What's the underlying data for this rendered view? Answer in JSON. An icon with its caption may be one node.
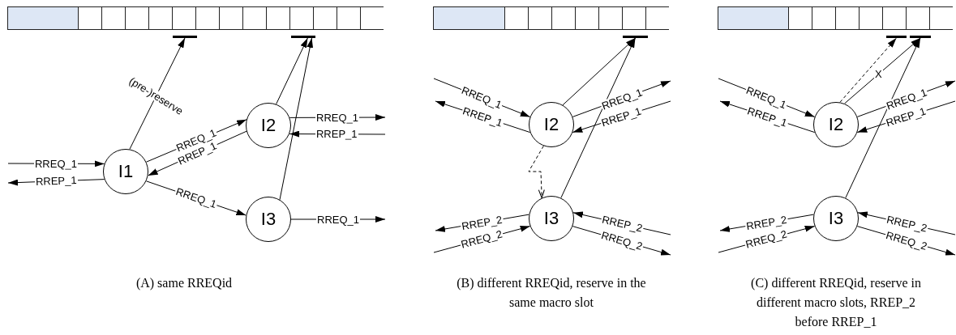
{
  "diagram": {
    "nodes": [
      {
        "text": [],
        "shape": "box"
      },
      {
        "text": [],
        "shape": "bar"
      },
      {
        "text": [],
        "shape": "bar"
      },
      {
        "text": [
          "I1"
        ]
      },
      {
        "text": [
          "I2"
        ]
      },
      {
        "text": [
          "I3"
        ]
      },
      {
        "text": [],
        "shape": "box"
      },
      {
        "text": [],
        "shape": "bar"
      },
      {
        "text": [
          "I2"
        ]
      },
      {
        "text": [
          "I3"
        ]
      },
      {
        "text": [],
        "shape": "box"
      },
      {
        "text": [],
        "shape": "bar"
      },
      {
        "text": [],
        "shape": "bar"
      },
      {
        "text": [
          "I2"
        ]
      },
      {
        "text": [
          "I3"
        ]
      }
    ],
    "edges": [
      {
        "from": null,
        "to": 3,
        "arrow": "to",
        "label": "RREQ_1"
      },
      {
        "from": 3,
        "to": null,
        "arrow": "to",
        "label": "RREP_1"
      },
      {
        "from": 3,
        "to": 1,
        "arrow": "to",
        "label": "(pre-)reserve"
      },
      {
        "from": 3,
        "to": 4,
        "arrow": "to",
        "label": "RREQ_1"
      },
      {
        "from": 4,
        "to": 3,
        "arrow": "to",
        "label": "RREP_1"
      },
      {
        "from": 3,
        "to": 5,
        "arrow": "to",
        "label": "RREQ_1"
      },
      {
        "from": 4,
        "to": 2,
        "arrow": "to"
      },
      {
        "from": 5,
        "to": 2,
        "arrow": "to"
      },
      {
        "from": 4,
        "to": null,
        "arrow": "to",
        "label": "RREQ_1"
      },
      {
        "from": null,
        "to": 4,
        "arrow": "to",
        "label": "RREP_1"
      },
      {
        "from": 5,
        "to": null,
        "arrow": "to",
        "label": "RREQ_1"
      },
      {
        "from": null,
        "to": 8,
        "arrow": "to",
        "label": "RREQ_1"
      },
      {
        "from": 8,
        "to": null,
        "arrow": "to",
        "label": "RREP_1"
      },
      {
        "from": 8,
        "to": 7,
        "arrow": "to"
      },
      {
        "from": 9,
        "to": 7,
        "arrow": "to"
      },
      {
        "from": 8,
        "to": null,
        "arrow": "to",
        "label": "RREQ_1"
      },
      {
        "from": null,
        "to": 8,
        "arrow": "to",
        "label": "RREP_1"
      },
      {
        "from": 8,
        "to": 9,
        "arrow": "to",
        "style": "dashed"
      },
      {
        "from": 9,
        "to": null,
        "arrow": "to",
        "label": "RREP_2"
      },
      {
        "from": null,
        "to": 9,
        "arrow": "to",
        "label": "RREQ_2"
      },
      {
        "from": null,
        "to": 9,
        "arrow": "to",
        "label": "RREP_2"
      },
      {
        "from": 9,
        "to": null,
        "arrow": "to",
        "label": "RREQ_2"
      },
      {
        "from": null,
        "to": 13,
        "arrow": "to",
        "label": "RREQ_1"
      },
      {
        "from": 13,
        "to": null,
        "arrow": "to",
        "label": "RREP_1"
      },
      {
        "from": 13,
        "to": 11,
        "arrow": "to",
        "style": "dashed"
      },
      {
        "from": 13,
        "to": 12,
        "arrow": "to",
        "label": "X"
      },
      {
        "from": 14,
        "to": 12,
        "arrow": "to"
      },
      {
        "from": 13,
        "to": null,
        "arrow": "to",
        "label": "RREQ_1"
      },
      {
        "from": null,
        "to": 13,
        "arrow": "to",
        "label": "RREP_1"
      },
      {
        "from": 14,
        "to": null,
        "arrow": "to",
        "label": "RREP_2"
      },
      {
        "from": null,
        "to": 14,
        "arrow": "to",
        "label": "RREQ_2"
      },
      {
        "from": null,
        "to": 14,
        "arrow": "to",
        "label": "RREP_2"
      },
      {
        "from": 14,
        "to": null,
        "arrow": "to",
        "label": "RREQ_2"
      }
    ],
    "labels": [
      "(A) same RREQid",
      "(B) different RREQid, reserve in the same macro slot",
      "(C) different RREQid, reserve in different macro slots, RREP_2 before RREP_1"
    ]
  }
}
